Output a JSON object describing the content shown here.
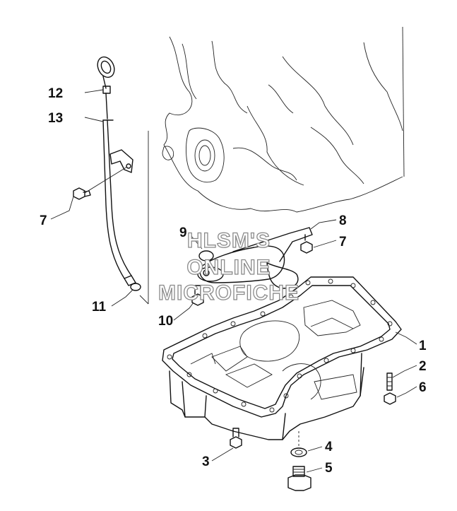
{
  "diagram": {
    "labels": {
      "p1": "1",
      "p2": "2",
      "p3": "3",
      "p4": "4",
      "p5": "5",
      "p6": "6",
      "p7a": "7",
      "p7b": "7",
      "p8": "8",
      "p9": "9",
      "p10": "10",
      "p11": "11",
      "p12": "12",
      "p13": "13"
    },
    "watermark": {
      "line1": "HLSM'S",
      "line2": "ONLINE",
      "line3": "MICROFICHE"
    }
  }
}
